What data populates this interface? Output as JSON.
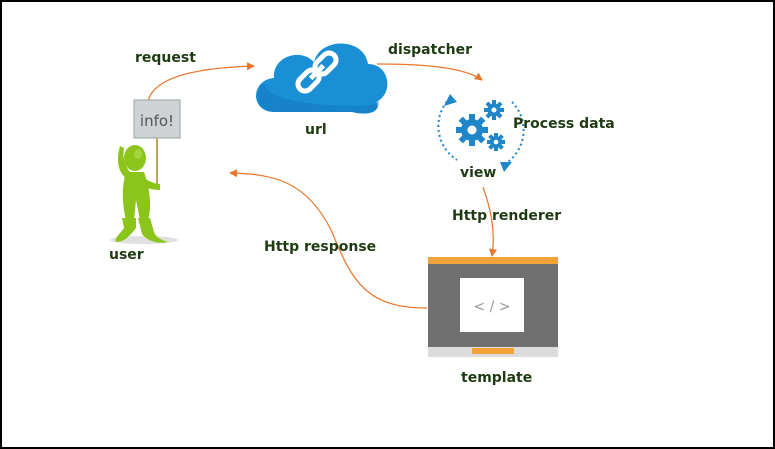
{
  "colors": {
    "label": "#1f3b12",
    "arrow": "#e8762c",
    "cloud": "#1b8fd6",
    "gear": "#1f86c9",
    "figure": "#8cc51a",
    "template_frame": "#707070",
    "template_bar": "#f2a23a"
  },
  "icons": {
    "user": "stick-figure-holding-sign-icon",
    "url": "cloud-link-icon",
    "view": "gears-icon",
    "template": "code-window-icon"
  },
  "nodes": {
    "user": {
      "label": "user",
      "sign_text": "info!"
    },
    "url": {
      "label": "url"
    },
    "view": {
      "label": "view",
      "annotation": "Process data"
    },
    "template": {
      "label": "template",
      "code_glyph": "< / >"
    }
  },
  "edges": {
    "request": {
      "label": "request"
    },
    "dispatcher": {
      "label": "dispatcher"
    },
    "renderer": {
      "label": "Http renderer"
    },
    "response": {
      "label": "Http response"
    }
  }
}
